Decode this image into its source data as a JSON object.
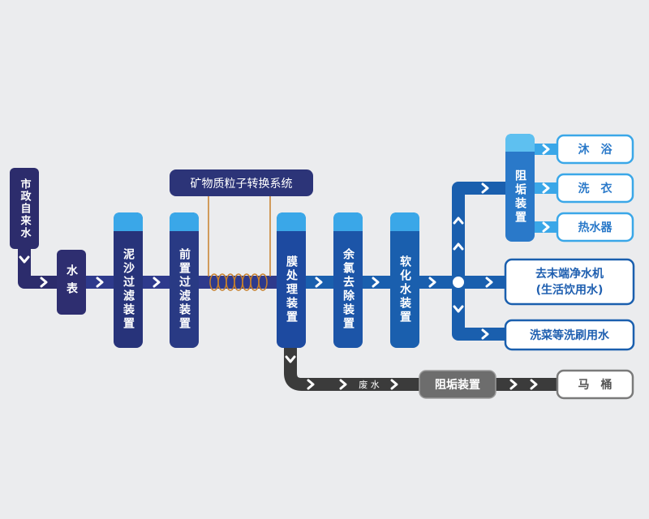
{
  "source": "市政自来水",
  "meter": "水表",
  "mineral_system": "矿物质粒子转换系统",
  "stages": [
    "泥沙过滤装置",
    "前置过滤装置",
    "膜处理装置",
    "余氯去除装置",
    "软化水装置"
  ],
  "scale_inhibitor_top": "阻垢装置",
  "outputs_top": [
    "沐　浴",
    "洗　衣",
    "热水器"
  ],
  "drinking_line1": "去末端净水机",
  "drinking_line2": "(生活饮用水)",
  "washing": "洗菜等洗刷用水",
  "waste_water": "废 水",
  "scale_inhibitor_bottom": "阻垢装置",
  "toilet": "马　桶",
  "colors": {
    "background": "#ebecee",
    "dark_navy": "#2c2c6c",
    "blue": "#1a5fae",
    "light_blue": "#3aa7e8",
    "gray_pipe": "#3b3b3b",
    "gray_box": "#6d6d6d",
    "coil": "#c8802a"
  }
}
